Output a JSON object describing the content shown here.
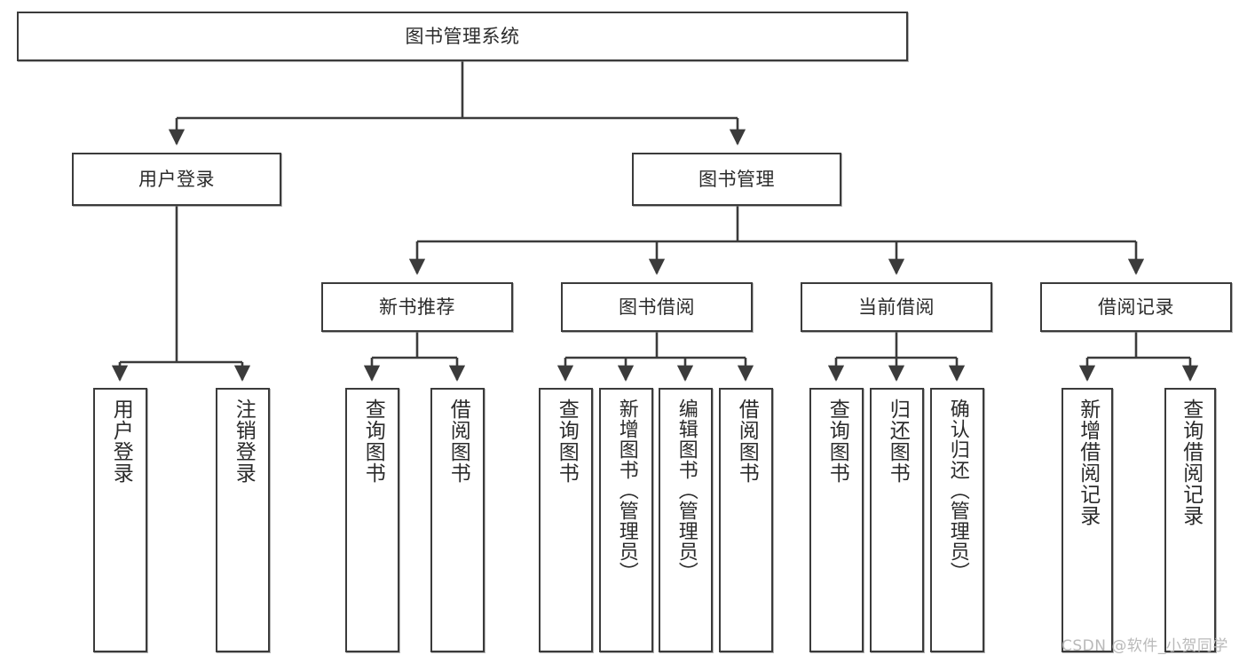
{
  "diagram": {
    "title": "图书管理系统",
    "type": "tree-hierarchy-chart",
    "line_color": "#3b3b3b",
    "box_fill": "#ffffff",
    "text_color": "#2b2b2b",
    "nodes": {
      "root": {
        "label": "图书管理系统"
      },
      "level1": [
        {
          "id": "user-login",
          "label": "用户登录"
        },
        {
          "id": "book-management",
          "label": "图书管理"
        }
      ],
      "level2": [
        {
          "id": "new-book-recommend",
          "label": "新书推荐"
        },
        {
          "id": "book-borrow",
          "label": "图书借阅"
        },
        {
          "id": "current-borrow",
          "label": "当前借阅"
        },
        {
          "id": "borrow-record",
          "label": "借阅记录"
        }
      ],
      "leaves": {
        "user_login": [
          {
            "id": "leaf-user-login",
            "label": "用户登录"
          },
          {
            "id": "leaf-logout-login",
            "label": "注销登录"
          }
        ],
        "new_book_recommend": [
          {
            "id": "leaf-query-book-1",
            "label": "查询图书"
          },
          {
            "id": "leaf-borrow-book-1",
            "label": "借阅图书"
          }
        ],
        "book_borrow": [
          {
            "id": "leaf-query-book-2",
            "label": "查询图书"
          },
          {
            "id": "leaf-add-book-admin",
            "label": "新增图书（管理员）"
          },
          {
            "id": "leaf-edit-book-admin",
            "label": "编辑图书（管理员）"
          },
          {
            "id": "leaf-borrow-book-2",
            "label": "借阅图书"
          }
        ],
        "current_borrow": [
          {
            "id": "leaf-query-book-3",
            "label": "查询图书"
          },
          {
            "id": "leaf-return-book",
            "label": "归还图书"
          },
          {
            "id": "leaf-confirm-return-admin",
            "label": "确认归还（管理员）"
          }
        ],
        "borrow_record": [
          {
            "id": "leaf-add-borrow-record",
            "label": "新增借阅记录"
          },
          {
            "id": "leaf-query-borrow-record",
            "label": "查询借阅记录"
          }
        ]
      }
    }
  },
  "watermark": {
    "text": "CSDN @软件_小贺同学"
  }
}
